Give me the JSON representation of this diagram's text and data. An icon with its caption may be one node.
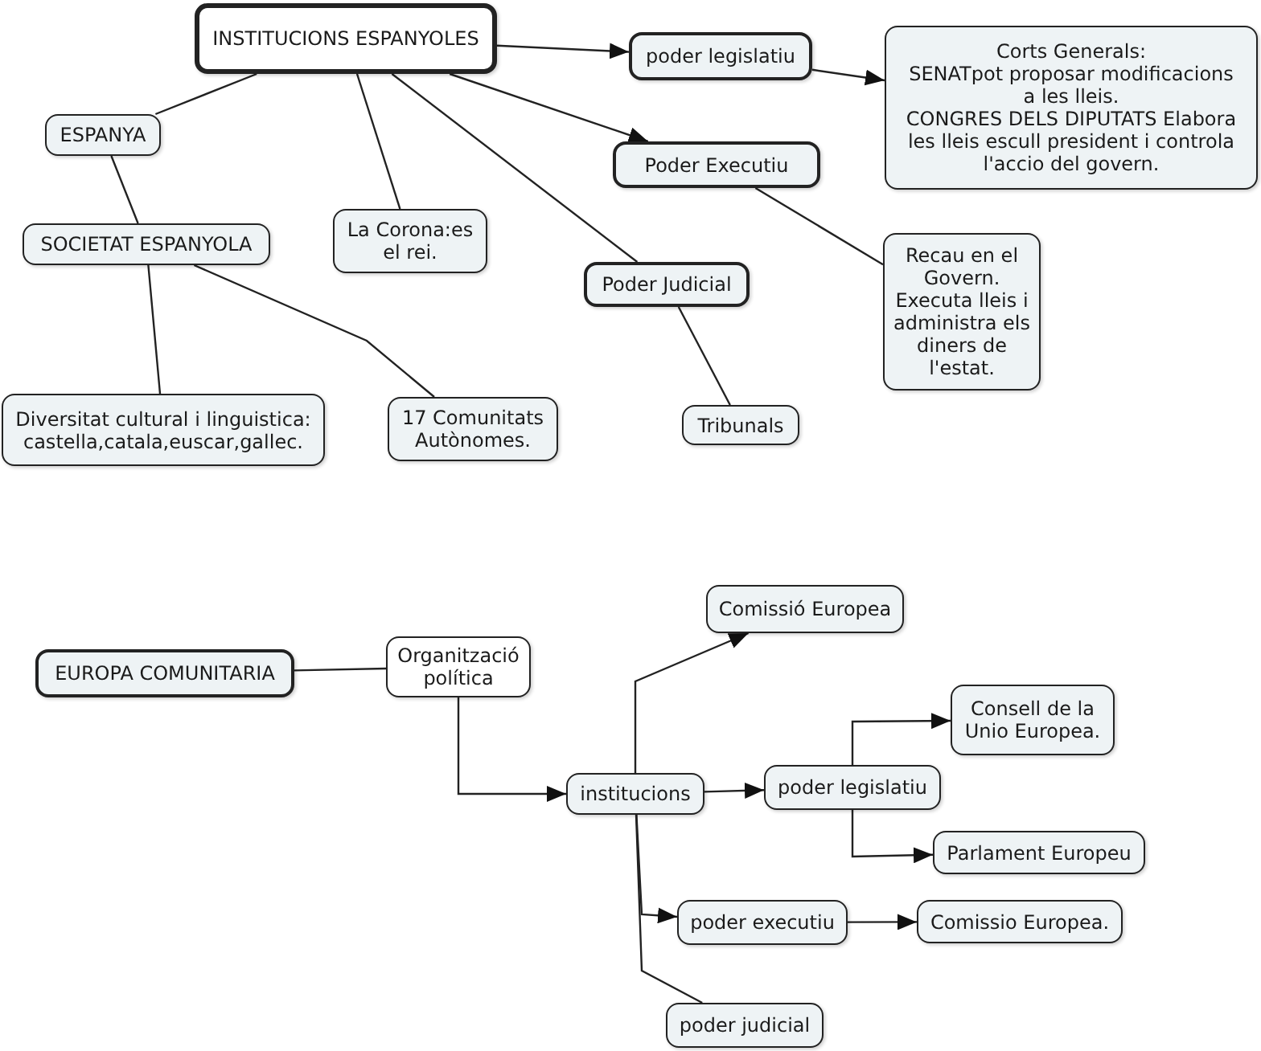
{
  "diagram": {
    "nodes": [
      {
        "text": [
          "INSTITUCIONS ESPANYOLES"
        ]
      },
      {
        "text": [
          "poder legislatiu"
        ]
      },
      {
        "text": [
          "Corts Generals:",
          "SENATpot proposar modificacions a les lleis.",
          "CONGRES DELS DIPUTATS Elabora les lleis escull president i controla l'accio del govern."
        ]
      },
      {
        "text": [
          "ESPANYA"
        ]
      },
      {
        "text": [
          "Poder Executiu"
        ]
      },
      {
        "text": [
          "SOCIETAT ESPANYOLA"
        ]
      },
      {
        "text": [
          "La Corona:es el rei."
        ]
      },
      {
        "text": [
          "Poder Judicial"
        ]
      },
      {
        "text": [
          "Recau en el Govern. Executa lleis i administra els diners de l'estat."
        ]
      },
      {
        "text": [
          "Diversitat cultural i linguistica: castella,catala,euscar,gallec."
        ]
      },
      {
        "text": [
          "17 Comunitats Autònomes."
        ]
      },
      {
        "text": [
          "Tribunals"
        ]
      },
      {
        "text": [
          "EUROPA COMUNITARIA"
        ]
      },
      {
        "text": [
          "Organització política"
        ]
      },
      {
        "text": [
          "Comissió Europea"
        ]
      },
      {
        "text": [
          "Consell de la Unio Europea."
        ]
      },
      {
        "text": [
          "institucions"
        ]
      },
      {
        "text": [
          "poder legislatiu"
        ]
      },
      {
        "text": [
          "Parlament Europeu"
        ]
      },
      {
        "text": [
          "poder executiu"
        ]
      },
      {
        "text": [
          "Comissio Europea."
        ]
      },
      {
        "text": [
          "poder judicial"
        ]
      }
    ],
    "edges": [
      {
        "from": 0,
        "to": 1,
        "arrow": "to"
      },
      {
        "from": 0,
        "to": 4,
        "arrow": "to"
      },
      {
        "from": 1,
        "to": 2,
        "arrow": "to"
      },
      {
        "from": 0,
        "to": 3,
        "arrow": "none"
      },
      {
        "from": 0,
        "to": 6,
        "arrow": "none"
      },
      {
        "from": 0,
        "to": 7,
        "arrow": "none"
      },
      {
        "from": 3,
        "to": 5,
        "arrow": "none"
      },
      {
        "from": 4,
        "to": 8,
        "arrow": "none"
      },
      {
        "from": 5,
        "to": 9,
        "arrow": "none"
      },
      {
        "from": 5,
        "to": 10,
        "arrow": "none"
      },
      {
        "from": 7,
        "to": 11,
        "arrow": "none"
      },
      {
        "from": 12,
        "to": 13,
        "arrow": "none"
      },
      {
        "from": 13,
        "to": 16,
        "arrow": "to"
      },
      {
        "from": 16,
        "to": 14,
        "arrow": "to"
      },
      {
        "from": 16,
        "to": 17,
        "arrow": "to"
      },
      {
        "from": 17,
        "to": 15,
        "arrow": "to"
      },
      {
        "from": 17,
        "to": 18,
        "arrow": "to"
      },
      {
        "from": 16,
        "to": 19,
        "arrow": "to"
      },
      {
        "from": 16,
        "to": 21,
        "arrow": "none"
      },
      {
        "from": 19,
        "to": 20,
        "arrow": "to"
      }
    ]
  }
}
